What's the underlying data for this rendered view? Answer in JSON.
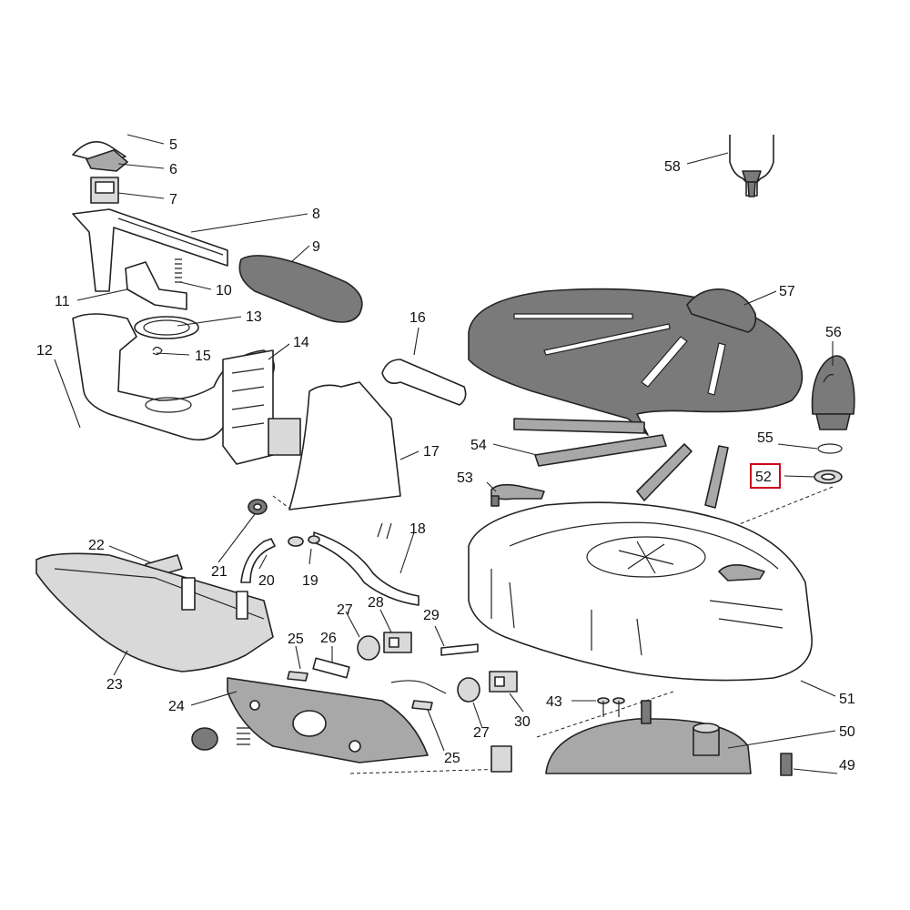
{
  "callouts": {
    "c5": "5",
    "c6": "6",
    "c7": "7",
    "c8": "8",
    "c9": "9",
    "c10": "10",
    "c11": "11",
    "c12": "12",
    "c13": "13",
    "c14": "14",
    "c15": "15",
    "c16": "16",
    "c17": "17",
    "c18": "18",
    "c19": "19",
    "c20": "20",
    "c21": "21",
    "c22": "22",
    "c23": "23",
    "c24": "24",
    "c25a": "25",
    "c25b": "25",
    "c26": "26",
    "c27a": "27",
    "c27b": "27",
    "c28": "28",
    "c29": "29",
    "c30": "30",
    "c43": "43",
    "c49": "49",
    "c50": "50",
    "c51": "51",
    "c52": "52",
    "c53": "53",
    "c54": "54",
    "c55": "55",
    "c56": "56",
    "c57": "57",
    "c58": "58"
  },
  "highlighted_part": "52",
  "colors": {
    "highlight": "#d0021b",
    "outline": "#222222",
    "part_fill_dark": "#7a7a7a",
    "part_fill_light": "#d9d9d9"
  }
}
